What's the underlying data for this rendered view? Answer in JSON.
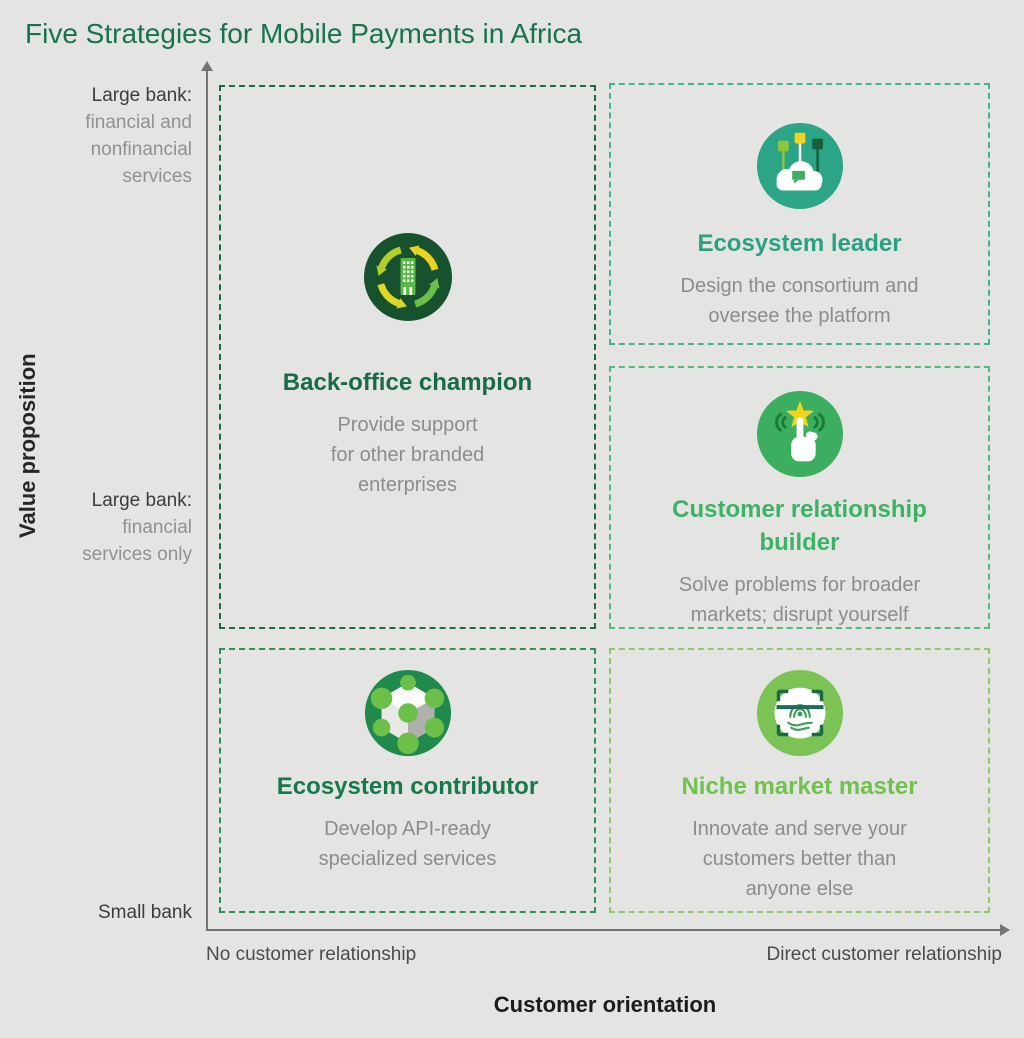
{
  "title": "Five Strategies for Mobile Payments in Africa",
  "axes": {
    "y_axis_title": "Value proposition",
    "x_axis_title": "Customer orientation",
    "x_min_label": "No customer relationship",
    "x_max_label": "Direct customer relationship",
    "y_tick_top": {
      "emphasis": "Large bank:",
      "rest": [
        "financial and",
        "nonfinancial",
        "services"
      ]
    },
    "y_tick_middle": {
      "emphasis": "Large bank:",
      "rest": [
        "financial",
        "services only"
      ]
    },
    "y_tick_bottom": "Small bank"
  },
  "strategies": {
    "back_office": {
      "title": "Back-office champion",
      "description": [
        "Provide support",
        "for other branded",
        "enterprises"
      ],
      "icon": "cycle-arrows-building-icon",
      "accent_color": "#186b46",
      "border_color": "#1d6b44"
    },
    "ecosystem_leader": {
      "title": "Ecosystem leader",
      "description": [
        "Design the consortium and",
        "oversee the platform"
      ],
      "icon": "cloud-network-icon",
      "accent_color": "#2aa183",
      "border_color": "#45b295"
    },
    "customer_relationship_builder": {
      "title": "Customer relationship builder",
      "description": [
        "Solve problems for broader",
        "markets; disrupt yourself"
      ],
      "icon": "hand-tap-star-icon",
      "accent_color": "#3cb364",
      "border_color": "#54ba79"
    },
    "ecosystem_contributor": {
      "title": "Ecosystem contributor",
      "description": [
        "Develop API-ready",
        "specialized services"
      ],
      "icon": "hexagon-network-icon",
      "accent_color": "#16794a",
      "border_color": "#2f8f58"
    },
    "niche_market_master": {
      "title": "Niche market master",
      "description": [
        "Innovate and serve your",
        "customers better than",
        "anyone else"
      ],
      "icon": "fingerprint-scan-icon",
      "accent_color": "#70c24d",
      "border_color": "#8dc96d"
    }
  },
  "palette": {
    "background": "#e4e5e3",
    "title_green": "#17724e",
    "axis_gray": "#737473",
    "tick_dark": "#3c3c3c",
    "tick_gray": "#909192",
    "description_gray": "#8b8c8d"
  }
}
